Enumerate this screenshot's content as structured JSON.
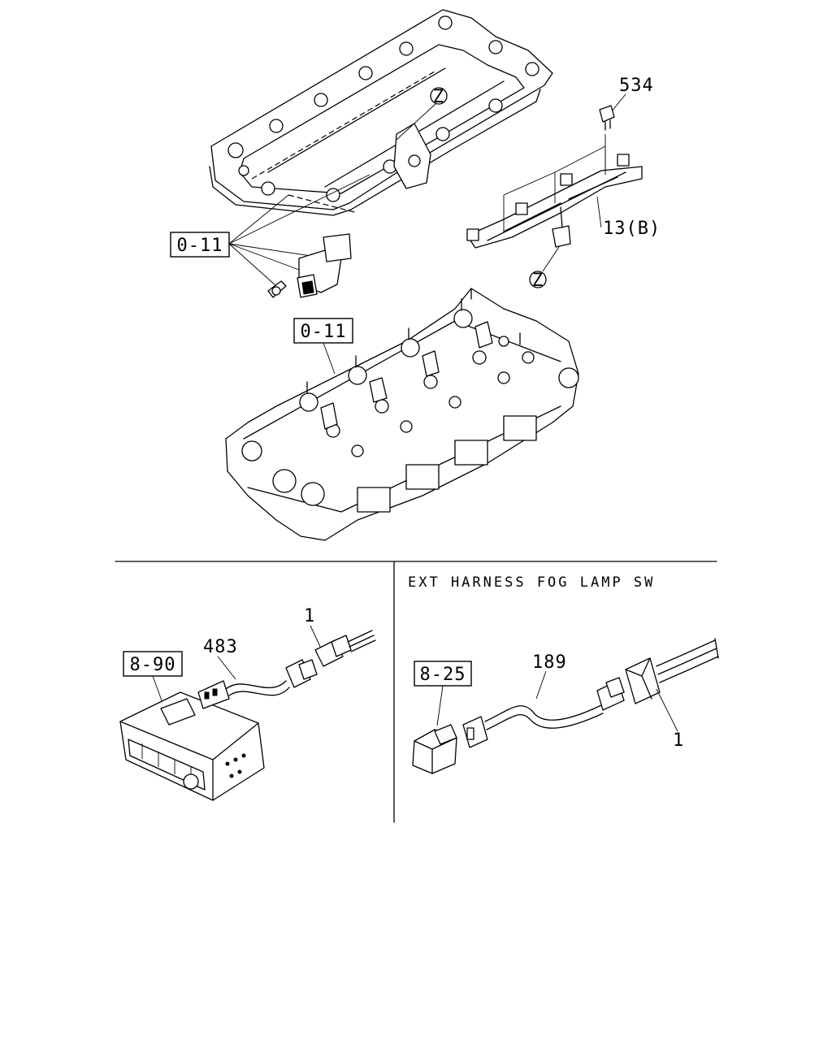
{
  "callouts": {
    "part_534": "534",
    "part_13b": "13(B)",
    "ref_z_top": "Z",
    "ref_z_harness": "Z",
    "ref_0_11_gasket": "0-11",
    "ref_0_11_head": "0-11",
    "ref_8_90": "8-90",
    "part_483": "483",
    "part_1_left": "1",
    "section_title": "EXT HARNESS FOG LAMP SW",
    "ref_8_25": "8-25",
    "part_189": "189",
    "part_1_right": "1"
  }
}
